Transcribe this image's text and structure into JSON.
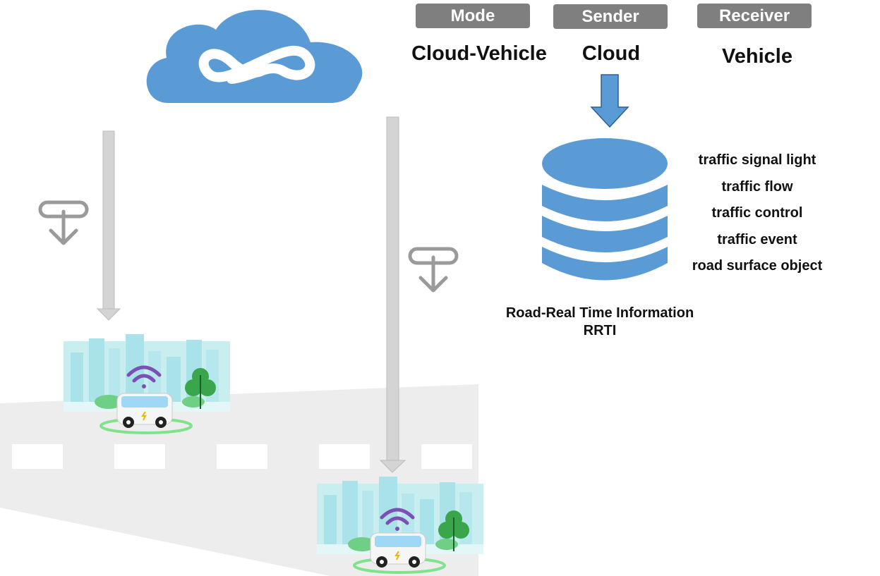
{
  "header": {
    "mode_label": "Mode",
    "sender_label": "Sender",
    "receiver_label": "Receiver",
    "mode_value": "Cloud-Vehicle",
    "sender_value": "Cloud",
    "receiver_value": "Vehicle"
  },
  "info_types": [
    "traffic signal light",
    "traffic flow",
    "traffic control",
    "traffic event",
    "road surface object"
  ],
  "caption": {
    "line1": "Road-Real Time Information",
    "line2": "RRTI"
  },
  "colors": {
    "cloud": "#5b9bd5",
    "tag_bg": "#7f7f7f",
    "arrow_gray": "#d0d0d0",
    "road": "#ededed",
    "wifi": "#7b4fb5",
    "tree": "#3aa64b",
    "wheel_ring": "#7ee38c"
  },
  "icons": [
    "cloud-infinity-icon",
    "database-icon",
    "down-arrow-icon",
    "receive-icon",
    "wifi-icon",
    "car-icon",
    "tree-icon"
  ]
}
